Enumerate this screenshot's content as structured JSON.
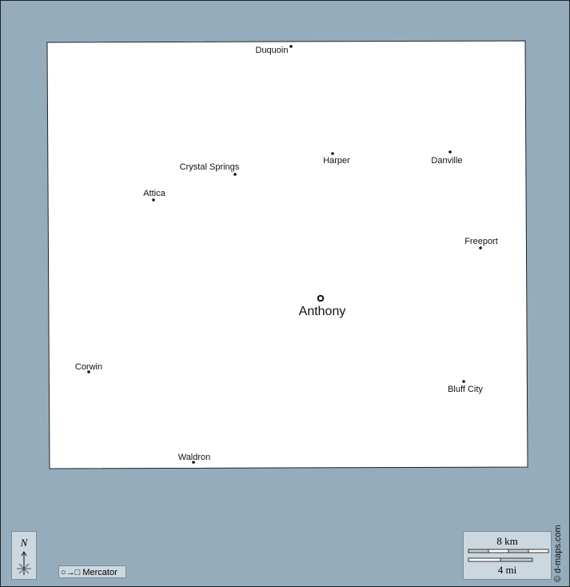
{
  "map": {
    "colors": {
      "background": "#95acbc",
      "land": "#ffffff"
    },
    "capital": {
      "name": "Anthony"
    },
    "cities": [
      {
        "name": "Duquoin"
      },
      {
        "name": "Harper"
      },
      {
        "name": "Danville"
      },
      {
        "name": "Crystal Springs"
      },
      {
        "name": "Attica"
      },
      {
        "name": "Freeport"
      },
      {
        "name": "Corwin"
      },
      {
        "name": "Bluff City"
      },
      {
        "name": "Waldron"
      }
    ]
  },
  "north_arrow": {
    "label": "N"
  },
  "projection": {
    "label": "Mercator",
    "symbol": "○→□"
  },
  "scale": {
    "km_label": "8 km",
    "mi_label": "4 mi"
  },
  "credit": "© d-maps.com"
}
